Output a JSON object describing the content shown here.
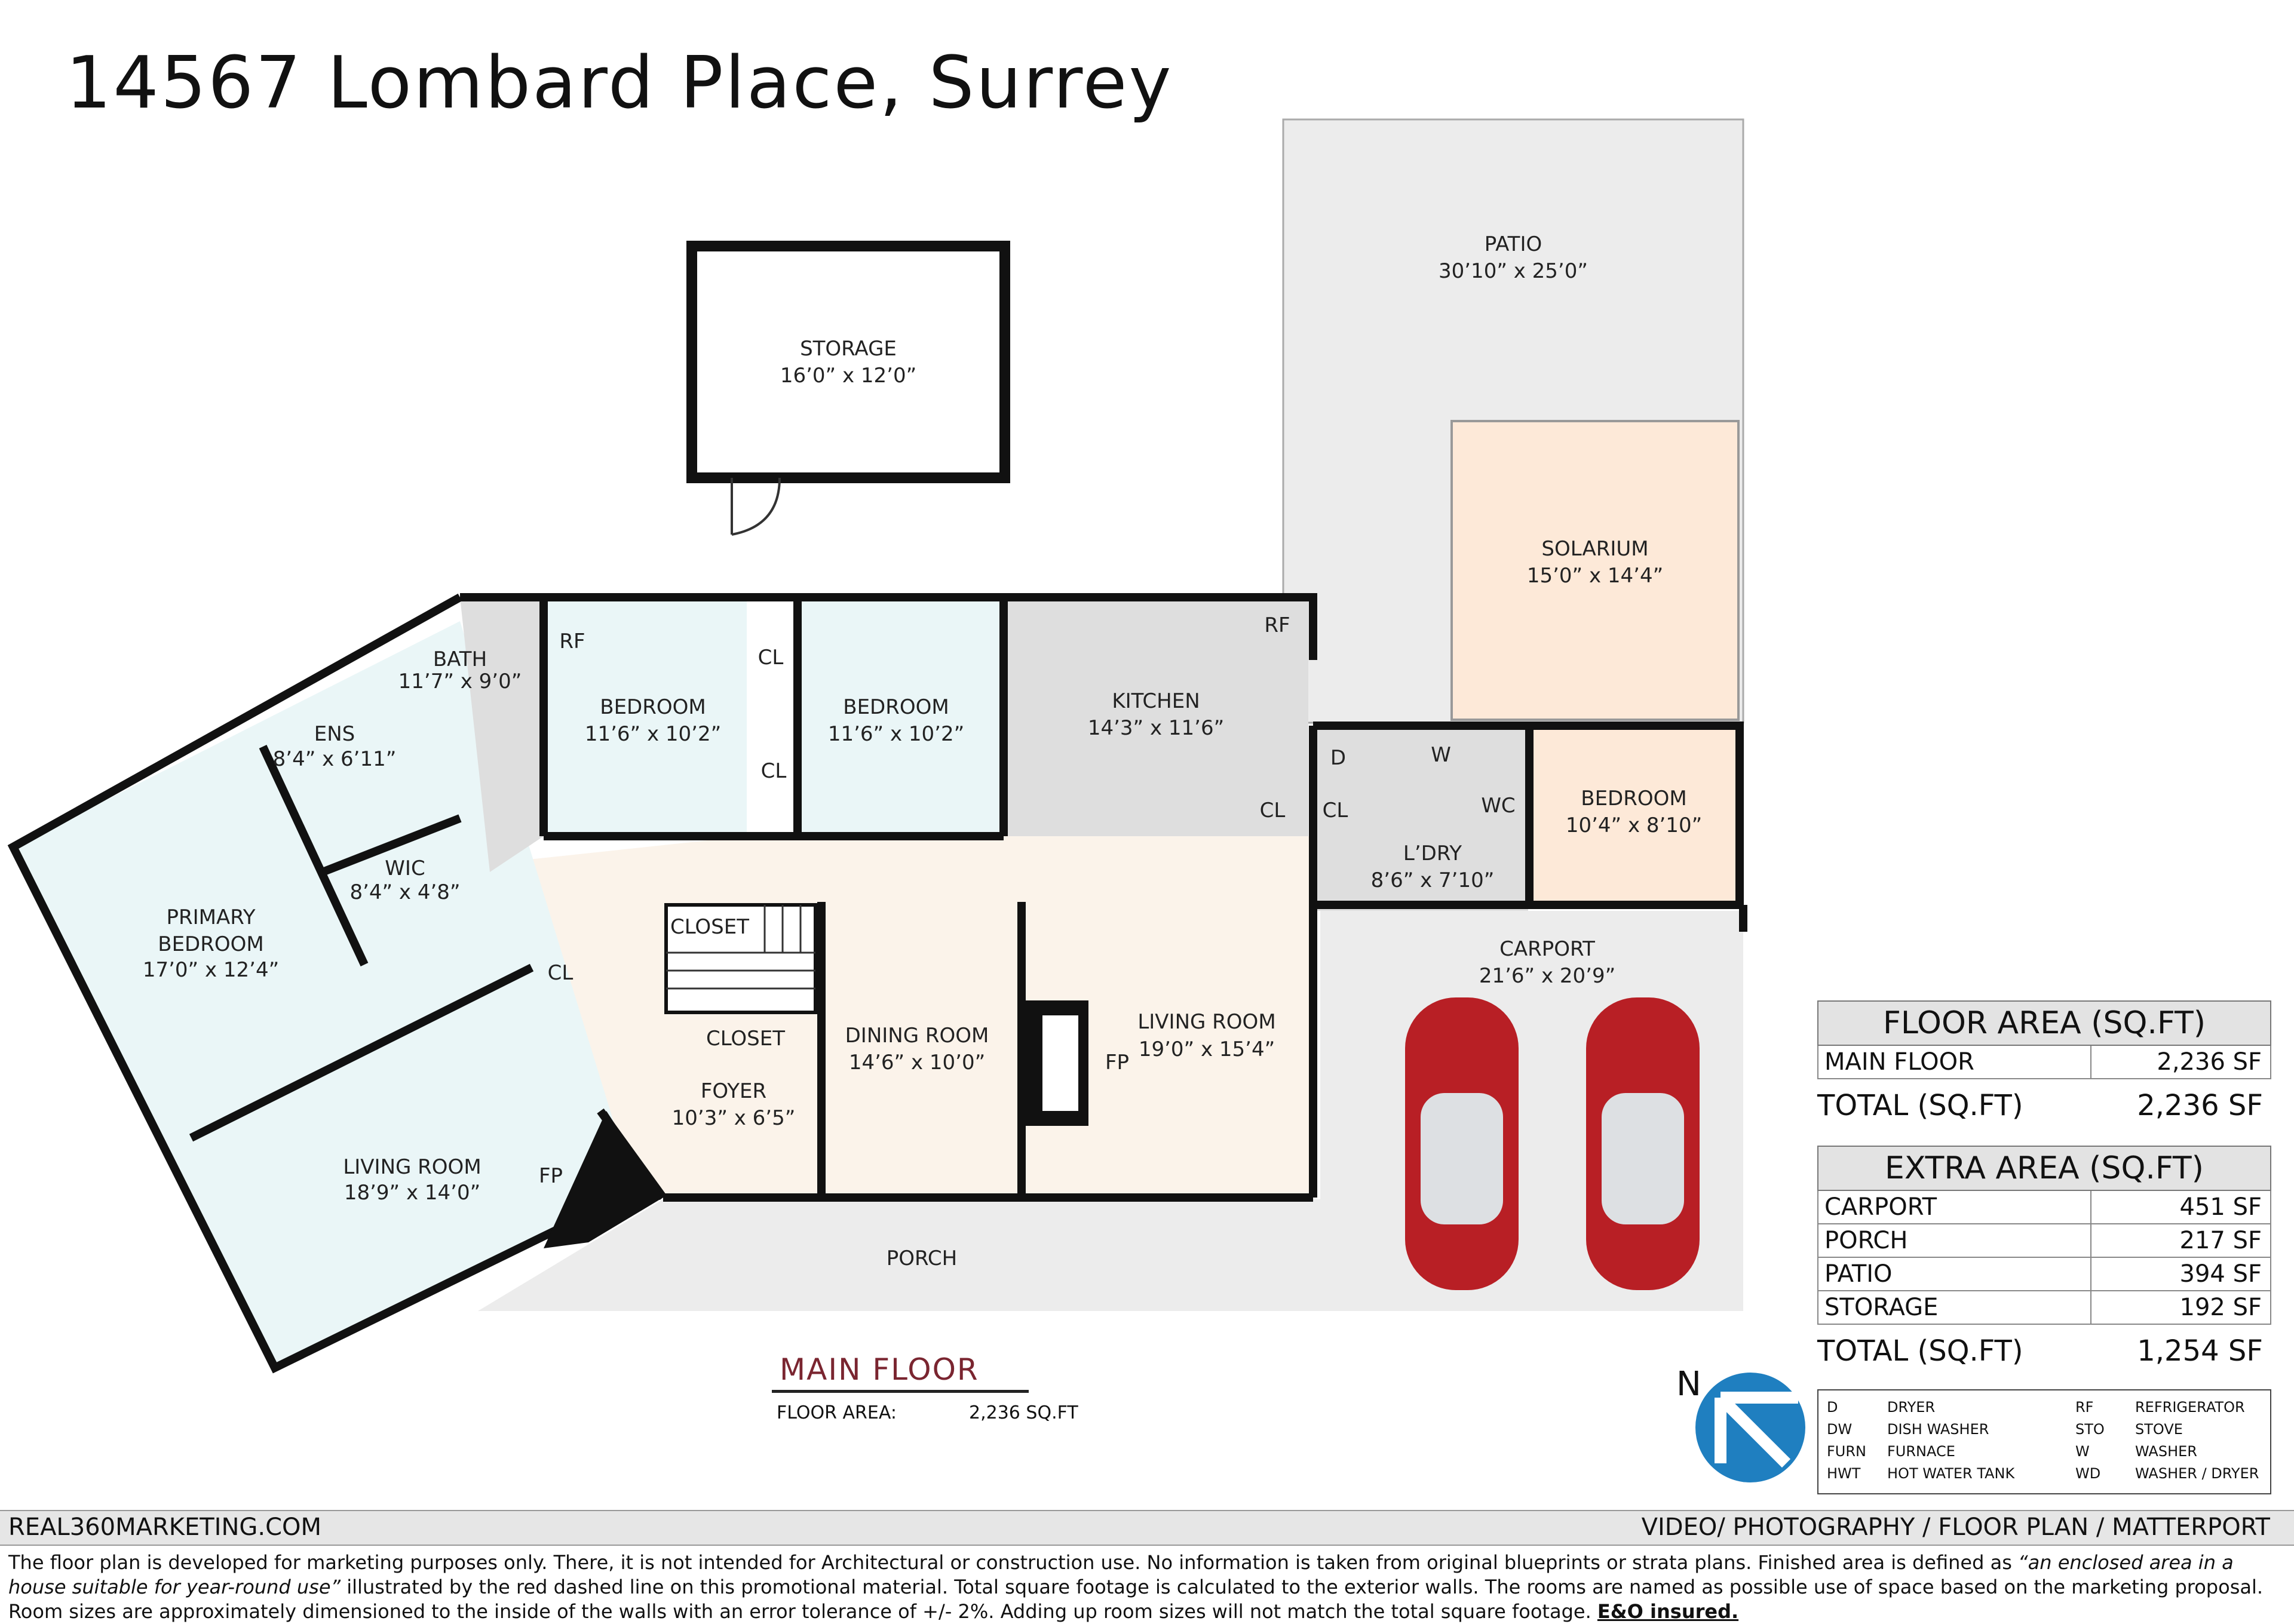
{
  "title": "14567 Lombard Place, Surrey",
  "rooms": {
    "storage": {
      "name": "STORAGE",
      "dims": "16’0” x 12’0”"
    },
    "patio": {
      "name": "PATIO",
      "dims": "30’10” x 25’0”"
    },
    "solarium": {
      "name": "SOLARIUM",
      "dims": "15’0” x 14’4”"
    },
    "bath": {
      "name": "BATH",
      "dims": "11’7” x 9’0”"
    },
    "bedroom1": {
      "name": "BEDROOM",
      "dims": "11’6” x 10’2”"
    },
    "bedroom2": {
      "name": "BEDROOM",
      "dims": "11’6” x 10’2”"
    },
    "kitchen": {
      "name": "KITCHEN",
      "dims": "14’3” x 11’6”"
    },
    "ens": {
      "name": "ENS",
      "dims": "8’4” x 6’11”"
    },
    "wic": {
      "name": "WIC",
      "dims": "8’4” x 4’8”"
    },
    "primary": {
      "name1": "PRIMARY",
      "name2": "BEDROOM",
      "dims": "17’0” x 12’4”"
    },
    "living_left": {
      "name": "LIVING ROOM",
      "dims": "18’9” x 14’0”"
    },
    "foyer": {
      "name": "FOYER",
      "dims": "10’3” x 6’5”"
    },
    "dining": {
      "name": "DINING ROOM",
      "dims": "14’6” x 10’0”"
    },
    "living_mid": {
      "name": "LIVING ROOM",
      "dims": "19’0” x 15’4”"
    },
    "laundry": {
      "name": "L’DRY",
      "dims": "8’6” x 7’10”"
    },
    "bedroom3": {
      "name": "BEDROOM",
      "dims": "10’4” x 8’10”"
    },
    "carport": {
      "name": "CARPORT",
      "dims": "21’6” x 20’9”"
    },
    "porch": {
      "name": "PORCH"
    }
  },
  "labels": {
    "cl": "CL",
    "closet": "CLOSET",
    "rf": "RF",
    "fp": "FP",
    "d": "D",
    "w": "W",
    "wc": "WC"
  },
  "main_floor": {
    "title": "MAIN FLOOR",
    "label": "FLOOR AREA:",
    "value": "2,236 SQ.FT"
  },
  "floor_area": {
    "heading": "FLOOR AREA (SQ.FT)",
    "rows": [
      {
        "name": "MAIN FLOOR",
        "value": "2,236 SF"
      }
    ],
    "total_label": "TOTAL (SQ.FT)",
    "total_value": "2,236 SF"
  },
  "extra_area": {
    "heading": "EXTRA AREA (SQ.FT)",
    "rows": [
      {
        "name": "CARPORT",
        "value": "451 SF"
      },
      {
        "name": "PORCH",
        "value": "217 SF"
      },
      {
        "name": "PATIO",
        "value": "394 SF"
      },
      {
        "name": "STORAGE",
        "value": "192 SF"
      }
    ],
    "total_label": "TOTAL (SQ.FT)",
    "total_value": "1,254 SF"
  },
  "legend": [
    {
      "code": "D",
      "desc": "DRYER"
    },
    {
      "code": "DW",
      "desc": "DISH WASHER"
    },
    {
      "code": "FURN",
      "desc": "FURNACE"
    },
    {
      "code": "HWT",
      "desc": "HOT WATER TANK"
    },
    {
      "code": "RF",
      "desc": "REFRIGERATOR"
    },
    {
      "code": "STO",
      "desc": "STOVE"
    },
    {
      "code": "W",
      "desc": "WASHER"
    },
    {
      "code": "WD",
      "desc": "WASHER / DRYER"
    }
  ],
  "north": "N",
  "footer": {
    "left": "REAL360MARKETING.COM",
    "right": "VIDEO/ PHOTOGRAPHY / FLOOR PLAN / MATTERPORT"
  },
  "disclaimer": {
    "part1": "The floor plan is developed for marketing purposes only. There, it is not intended for Architectural or construction use. No information is  taken from original blueprints or strata plans. Finished area is defined as ",
    "quote": "“an enclosed area in a house suitable for year-round use”",
    "part2": " illustrated by the red dashed line on this promotional material. Total square footage is calculated to the exterior walls. The rooms are named as possible use of space based on the marketing proposal. Room sizes are approximately dimensioned to the inside of the walls with an error tolerance of +/- 2%. Adding up room sizes will not match the total square footage. ",
    "eo": "E&O insured."
  },
  "colors": {
    "bedroom_fill": "#eaf6f7",
    "living_fill": "#fbf3ea",
    "utility_fill": "#dedede",
    "exterior_fill": "#ececec",
    "wall": "#111111",
    "car": "#b81f25",
    "compass": "#1f7fc0",
    "main_floor_title": "#7a2530"
  }
}
